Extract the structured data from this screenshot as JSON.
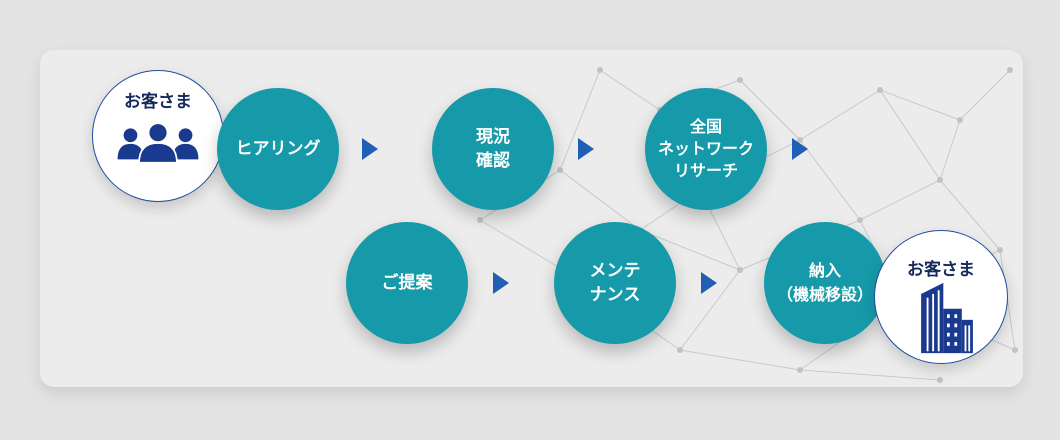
{
  "customer_start": {
    "label": "お客さま",
    "icon": "people-icon"
  },
  "customer_end": {
    "label": "お客さま",
    "icon": "building-icon"
  },
  "steps": [
    {
      "label": "ヒアリング"
    },
    {
      "label": "現況\n確認"
    },
    {
      "label": "全国\nネットワーク\nリサーチ"
    },
    {
      "label": "ご提案"
    },
    {
      "label": "メンテ\nナンス"
    },
    {
      "label": "納入\n（機械移設）"
    }
  ],
  "colors": {
    "step_fill": "#169aa9",
    "arrow": "#1f5fb5",
    "icon": "#1a3a8f",
    "label": "#142a5c"
  }
}
